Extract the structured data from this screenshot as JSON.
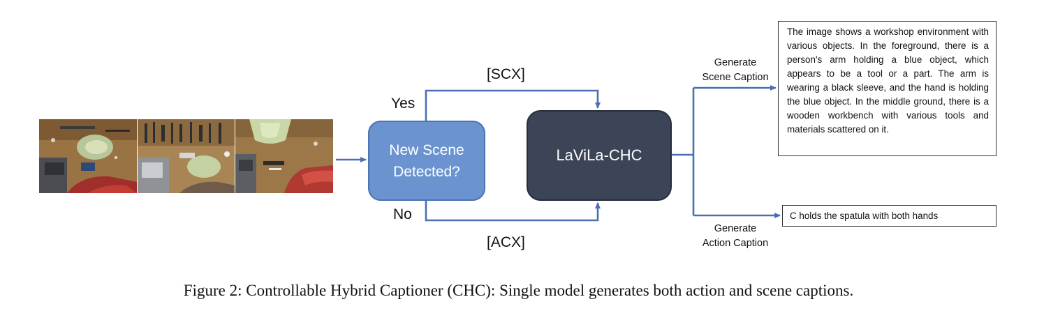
{
  "input_frames": {
    "count": 3
  },
  "decision_box": {
    "line1": "New Scene",
    "line2": "Detected?"
  },
  "model_box": {
    "label": "LaViLa-CHC"
  },
  "branches": {
    "yes_label": "Yes",
    "no_label": "No",
    "scene_token": "[SCX]",
    "action_token": "[ACX]"
  },
  "outputs": {
    "scene": {
      "label_line1": "Generate",
      "label_line2": "Scene Caption",
      "caption": "The image shows a workshop environment with various objects. In the foreground, there is a person's arm holding a blue object, which appears to be a tool or a part. The arm is wearing a black sleeve, and the hand is holding the blue object. In the middle ground, there is a wooden workbench with various tools and materials scattered on it."
    },
    "action": {
      "label_line1": "Generate",
      "label_line2": "Action Caption",
      "caption": "C holds the spatula with both hands"
    }
  },
  "figure_caption": "Figure 2: Controllable Hybrid Captioner (CHC): Single model generates both action and scene captions.",
  "colors": {
    "arrow": "#4a6fb5",
    "decision_fill": "#6a93d0",
    "model_fill": "#3c4558"
  }
}
